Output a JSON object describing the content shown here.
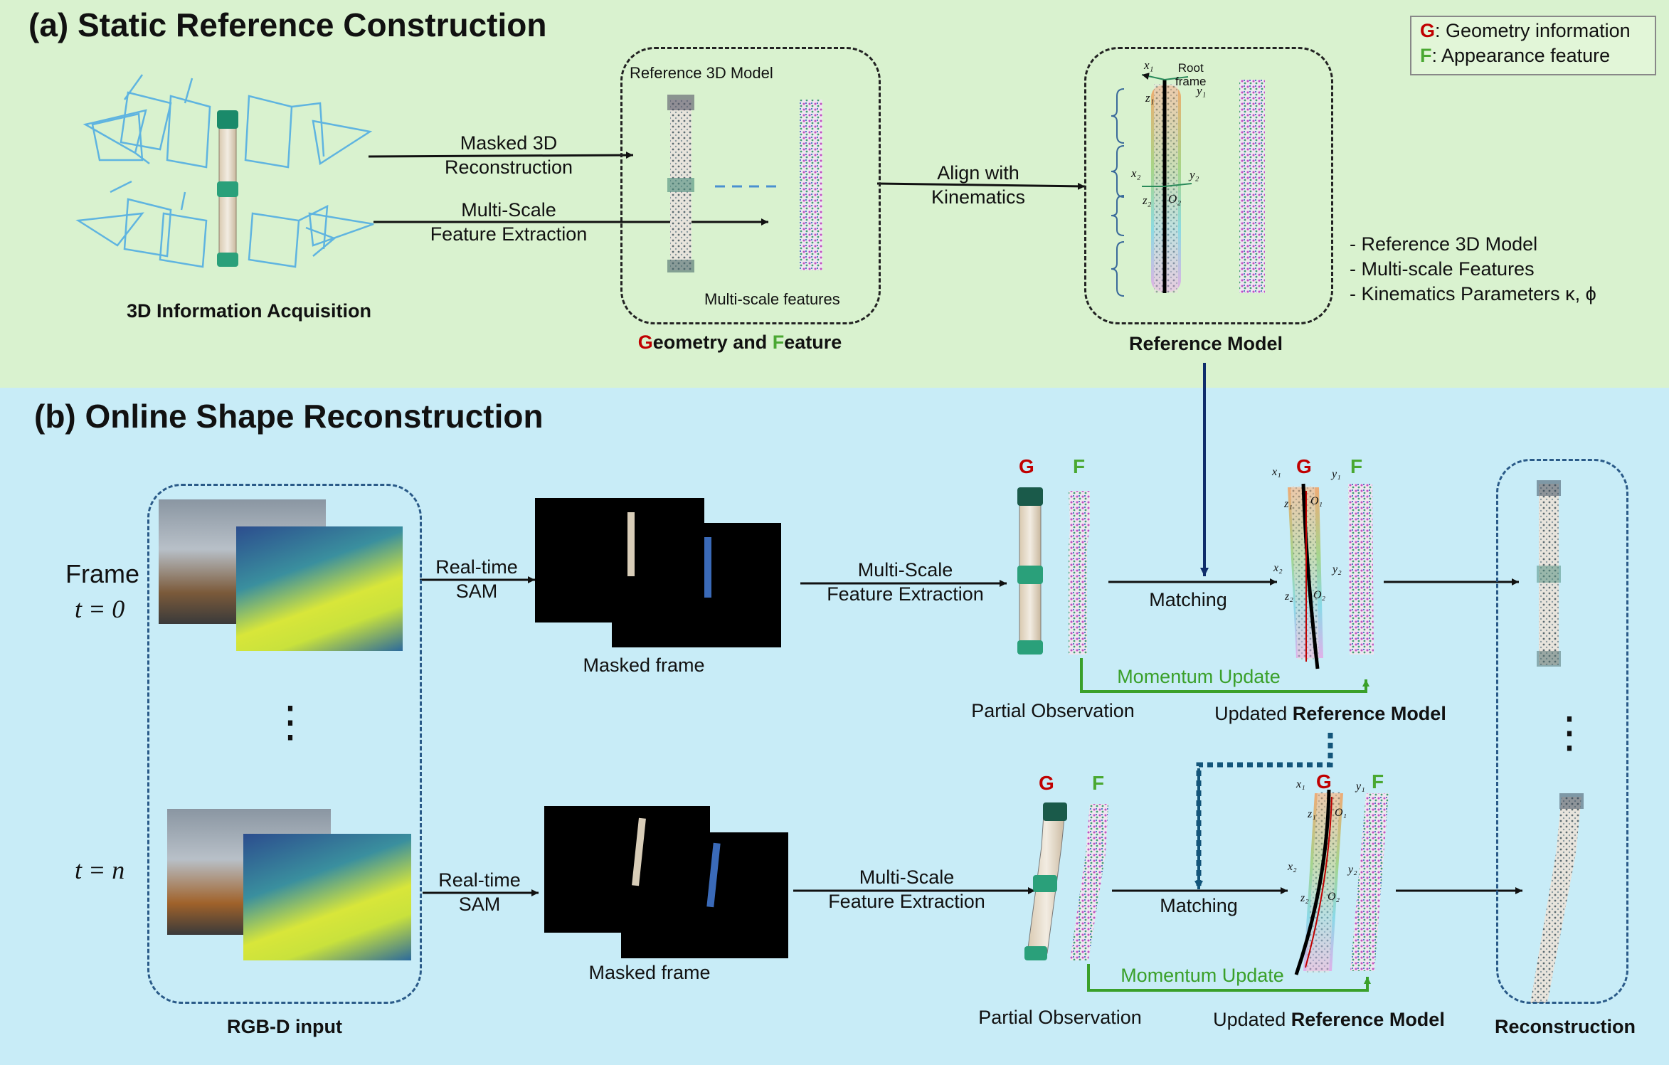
{
  "panel_a": {
    "title": "(a) Static Reference Construction",
    "legend": {
      "g_letter": "G",
      "g_text": ": Geometry information",
      "f_letter": "F",
      "f_text": ": Appearance feature"
    },
    "acquisition_label": "3D Information Acquisition",
    "arrow_masked": [
      "Masked 3D",
      "Reconstruction"
    ],
    "arrow_multiscale": [
      "Multi-Scale",
      "Feature Extraction"
    ],
    "box_ref3d_label": "Reference 3D Model",
    "box_multiscale_label": "Multi-scale features",
    "gf_caption": {
      "g": "G",
      "g_rest": "eometry and ",
      "f": "F",
      "f_rest": "eature"
    },
    "arrow_align": [
      "Align with",
      "Kinematics"
    ],
    "root_frame": [
      "Root",
      "frame"
    ],
    "ref_model_caption": "Reference Model",
    "outputs": [
      "- Reference 3D Model",
      "- Multi-scale Features",
      "- Kinematics Parameters κ, ϕ"
    ]
  },
  "panel_b": {
    "title": "(b) Online Shape Reconstruction",
    "frame_label": "Frame",
    "t0": "t = 0",
    "tn": "t = n",
    "dots": "⋮",
    "sam": [
      "Real-time",
      "SAM"
    ],
    "masked_frame": "Masked frame",
    "multiscale": [
      "Multi-Scale",
      "Feature Extraction"
    ],
    "g": "G",
    "f": "F",
    "matching": "Matching",
    "momentum": "Momentum Update",
    "partial": "Partial Observation",
    "updated_prefix": "Updated ",
    "updated_bold": "Reference Model",
    "rgbd_caption": "RGB-D input",
    "recon_caption": "Reconstruction"
  },
  "axis_labels": {
    "x1": "x₁",
    "y1": "y₁",
    "z1": "z₁",
    "o1": "O₁",
    "x2": "x₂",
    "y2": "y₂",
    "z2": "z₂",
    "o2": "O₂"
  },
  "colors": {
    "panel_a_bg": "#d9f2cf",
    "panel_b_bg": "#c8ecf7",
    "geometry_red": "#c00000",
    "feature_green": "#4aa832",
    "camera_blue": "#5fb4e0",
    "dark_blue_arrow": "#0f2d6b"
  }
}
